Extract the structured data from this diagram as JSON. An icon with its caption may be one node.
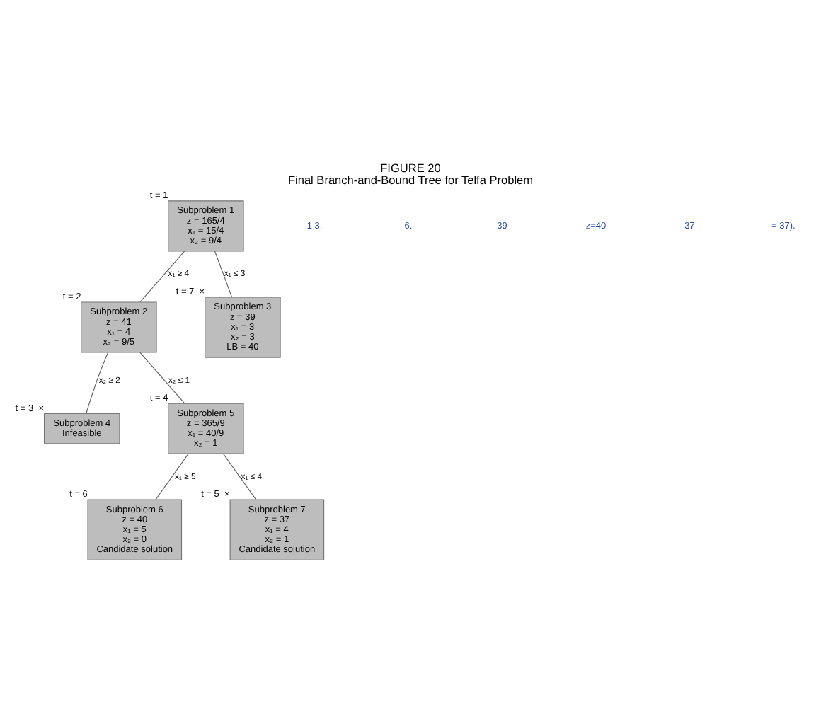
{
  "diagram": {
    "title": "FIGURE 20",
    "caption": "Final Branch-and-Bound Tree for Telfa Problem",
    "nodes": [
      {
        "text": [
          "Subproblem 1",
          "z = 165/4",
          "x₁ = 15/4",
          "x₂ = 9/4"
        ],
        "beside": [
          "t = 1"
        ]
      },
      {
        "text": [
          "Subproblem 2",
          "z = 41",
          "x₁ = 4",
          "x₂ = 9/5"
        ],
        "beside": [
          "t = 2"
        ]
      },
      {
        "text": [
          "Subproblem 3",
          "z = 39",
          "x₁ = 3",
          "x₂ = 3",
          "LB = 40"
        ],
        "beside": [
          "t = 7",
          "×"
        ]
      },
      {
        "text": [
          "Subproblem 4",
          "Infeasible"
        ],
        "beside": [
          "t = 3",
          "×"
        ]
      },
      {
        "text": [
          "Subproblem 5",
          "z = 365/9",
          "x₁ = 40/9",
          "x₂ = 1"
        ],
        "beside": [
          "t = 4"
        ]
      },
      {
        "text": [
          "Subproblem 6",
          "z = 40",
          "x₁ = 5",
          "x₂ = 0",
          "Candidate solution"
        ],
        "beside": [
          "t = 6"
        ]
      },
      {
        "text": [
          "Subproblem 7",
          "z = 37",
          "x₁ = 4",
          "x₂ = 1",
          "Candidate solution"
        ],
        "beside": [
          "t = 5",
          "×"
        ]
      }
    ],
    "edges": [
      {
        "from": 0,
        "to": 1,
        "arrow": "none",
        "label": "x₁ ≥ 4"
      },
      {
        "from": 0,
        "to": 2,
        "arrow": "none",
        "label": "x₁ ≤ 3"
      },
      {
        "from": 1,
        "to": 3,
        "arrow": "none",
        "label": "x₂ ≥ 2"
      },
      {
        "from": 1,
        "to": 4,
        "arrow": "none",
        "label": "x₂ ≤ 1"
      },
      {
        "from": 4,
        "to": 5,
        "arrow": "none",
        "label": "x₁ ≥ 5"
      },
      {
        "from": 4,
        "to": 6,
        "arrow": "none",
        "label": "x₁ ≤ 4"
      }
    ],
    "labels": [
      "1 3.",
      "6.",
      "39",
      "z=40",
      "37",
      "= 37)."
    ]
  }
}
